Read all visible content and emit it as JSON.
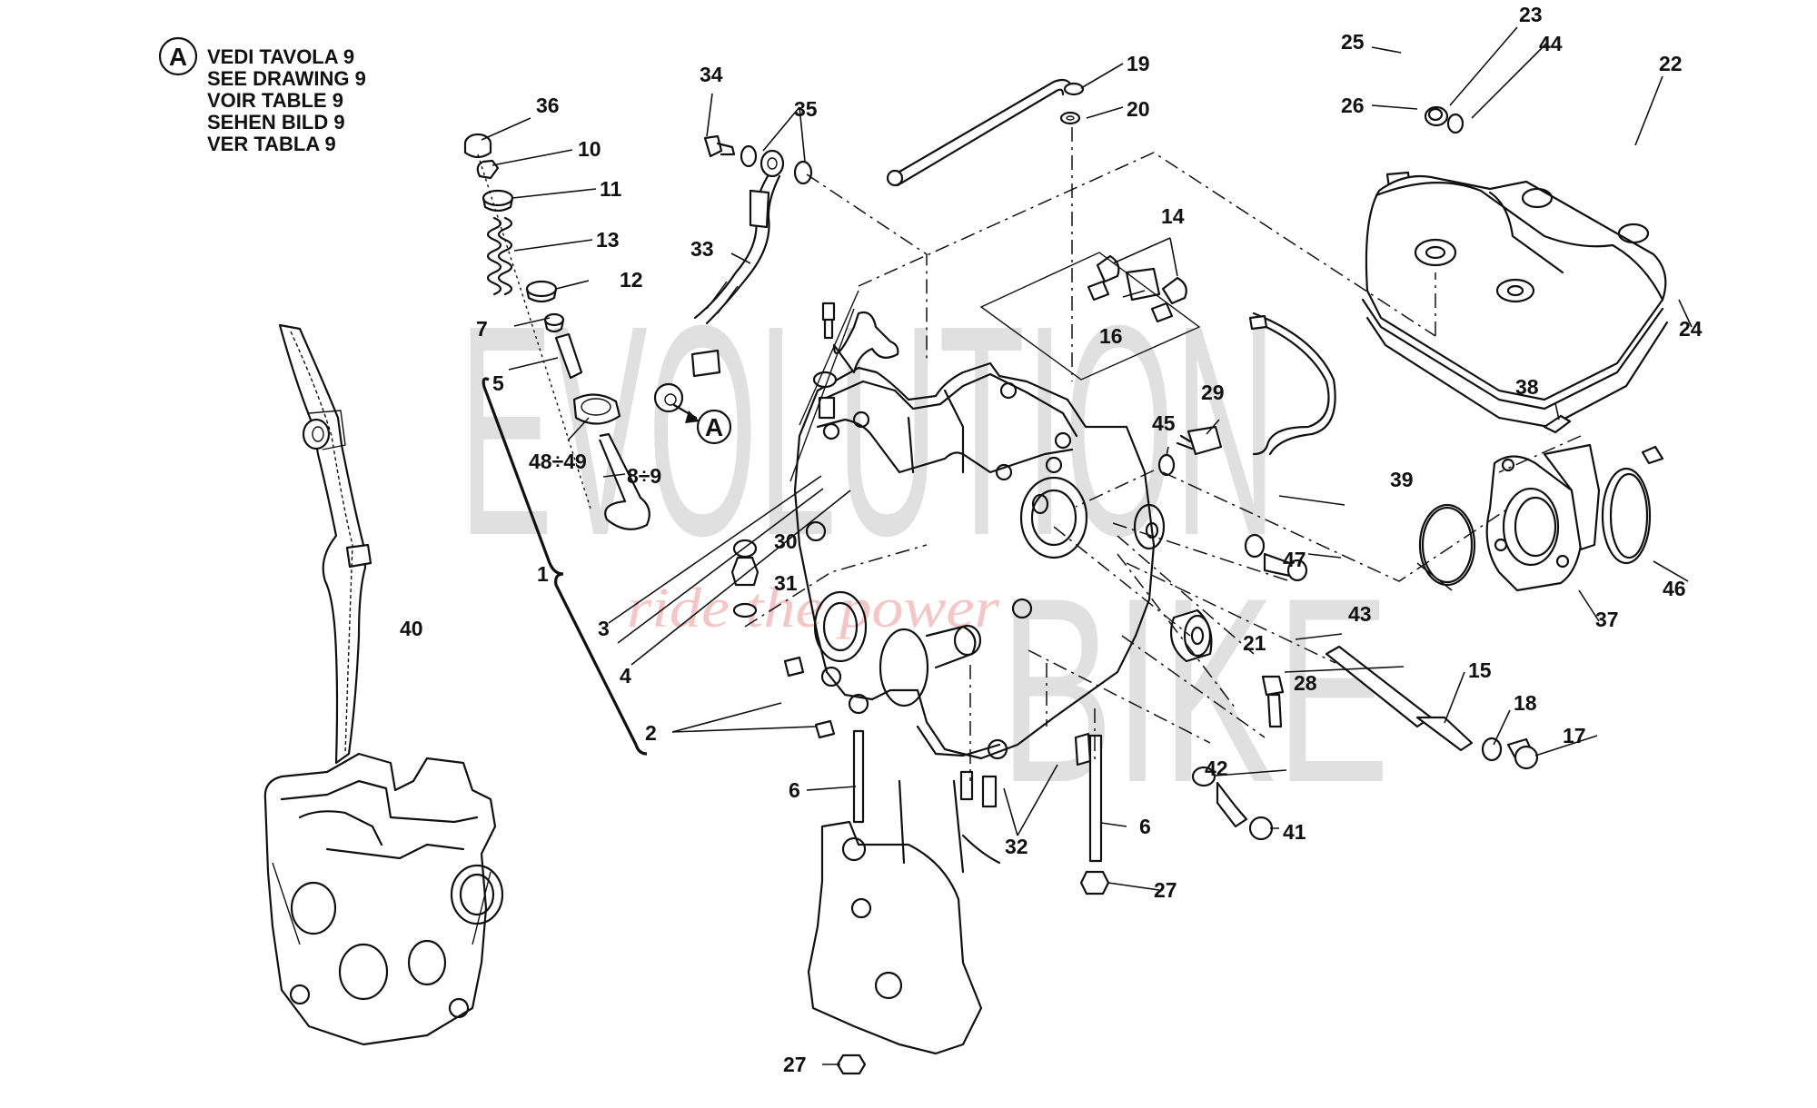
{
  "diagram": {
    "title": "Cylinder head exploded parts diagram",
    "reference_symbol": "A",
    "reference_note": [
      "VEDI TAVOLA 9",
      "SEE DRAWING 9",
      "VOIR TABLE 9",
      "SEHEN BILD 9",
      "VER TABLA 9"
    ],
    "watermark": {
      "line1": "EVOLUTION",
      "line2": "BIKE",
      "tagline": "ride the power",
      "color": "#e0e0e0",
      "tagline_color": "#f5c6c6"
    },
    "labels": {
      "p1": "1",
      "p2": "2",
      "p3": "3",
      "p4": "4",
      "p5": "5",
      "p6a": "6",
      "p6b": "6",
      "p7": "7",
      "p8_9": "8÷9",
      "p10": "10",
      "p11": "11",
      "p12": "12",
      "p13": "13",
      "p14": "14",
      "p15": "15",
      "p16": "16",
      "p17": "17",
      "p18": "18",
      "p19": "19",
      "p20": "20",
      "p21": "21",
      "p22": "22",
      "p23": "23",
      "p24": "24",
      "p25": "25",
      "p26": "26",
      "p27a": "27",
      "p27b": "27",
      "p28": "28",
      "p29": "29",
      "p30": "30",
      "p31": "31",
      "p32": "32",
      "p33": "33",
      "p34": "34",
      "p35": "35",
      "p36": "36",
      "p37": "37",
      "p38": "38",
      "p39": "39",
      "p40": "40",
      "p41": "41",
      "p42": "42",
      "p43": "43",
      "p44": "44",
      "p45": "45",
      "p46": "46",
      "p47": "47",
      "p48_49": "48÷49"
    }
  }
}
